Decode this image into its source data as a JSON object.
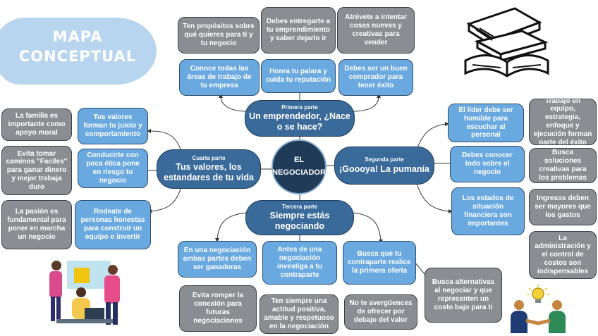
{
  "title": {
    "line1": "MAPA",
    "line2": "CONCEPTUAL"
  },
  "center": {
    "line1": "EL",
    "line2": "NEGOCIADOR"
  },
  "top": {
    "part": "Primera parte",
    "title": "Un emprendedor, ¿Nace o se hace?",
    "gray": [
      "Ten propósitos sobre qué quieres para ti y tu  negocio",
      "Debes entregarte a tu emprendimiento y saber dejarlo ir",
      "Atrévete a intentar cosas nuevas y creativas para vender"
    ],
    "light": [
      "Conoce todas las áreas de trabajo de tu empresa",
      "Honra tu palara y cuida tu reputación",
      "Debes ser un buen comprador para tener éxito"
    ]
  },
  "right": {
    "part": "Segunda parte",
    "title": "¡Goooya! La pumanía",
    "light": [
      "El líder debe ser humilde para escuchar al personal",
      "Debes conocer todo sobre el negocio",
      "Los estados de situación financiera son importantes"
    ],
    "gray": [
      "Trabajo en equipo, estrategia, enfoque y ejecución forman parte del éxito",
      "Busca soluciones creativas para los problemas",
      "Ingresos deben ser mayores que los gastos",
      "La administración y el control de costos son indispensables"
    ]
  },
  "bottom": {
    "part": "Tercera parte",
    "title": "Siempre estás negociando",
    "light": [
      "En una negociación ambas partes deben ser ganadoras",
      "Antes de una negociación investiga a tu contraparte",
      "Busca que tu contraparte realice la primera oferta"
    ],
    "gray": [
      "Evita romper la conexión para futuras negociaciones",
      "Ten siempre una actitud positiva, amable y respetuoso en la negociación",
      "No te avergüences de ofrecer por debajo del valor",
      "Busca alternativas al negociar y que representen un costo bajo para ti"
    ]
  },
  "left": {
    "part": "Cuarta parte",
    "title": "Tus valores, los estandares de tu vida",
    "light": [
      "Tus valores forman tu juicio y comportamiento",
      "Conducirte con poca ética pone en riesgo tu negocio",
      "Rodeate de personas honestas para construir un equipo o invertir"
    ],
    "gray": [
      "La familia es importante como apoyo moral",
      "Evita tomar caminos \"Faciles\" para ganar dinero y mejor trabaja duro",
      "La pasión es fundamental para poner en marcha un negocio"
    ]
  },
  "colors": {
    "main": "#3a6a9a",
    "light": "#6aa9e0",
    "gray": "#8a8d91",
    "center": "#1f3b58",
    "title_blob": "#b8d5ef"
  },
  "icons": [
    "books-icon",
    "team-meeting-illustration",
    "handshake-idea-illustration"
  ]
}
